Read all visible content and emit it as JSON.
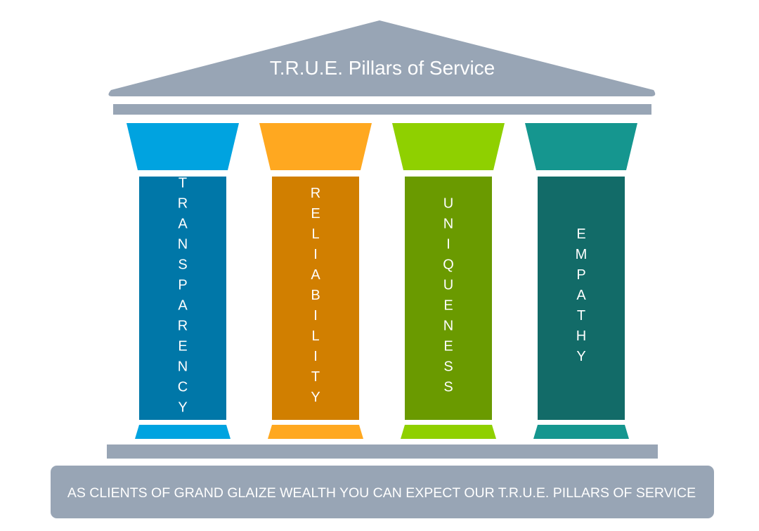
{
  "roof": {
    "title": "T.R.U.E. Pillars of Service",
    "color": "#98a5b5"
  },
  "beam_color": "#98a5b5",
  "pillars": [
    {
      "word": "TRANSPARENCY",
      "capital_color": "#00a3e0",
      "shaft_color": "#0077a8",
      "base_color": "#00a3e0"
    },
    {
      "word": "RELIABILITY",
      "capital_color": "#ffa820",
      "shaft_color": "#d17f00",
      "base_color": "#ffa820"
    },
    {
      "word": "UNIQUENESS",
      "capital_color": "#8fd000",
      "shaft_color": "#6a9a00",
      "base_color": "#8fd000"
    },
    {
      "word": "EMPATHY",
      "capital_color": "#15968f",
      "shaft_color": "#126b68",
      "base_color": "#15968f"
    }
  ],
  "foundation": {
    "text": "AS CLIENTS OF GRAND GLAIZE WEALTH YOU CAN EXPECT OUR T.R.U.E. PILLARS OF SERVICE",
    "color": "#98a5b5"
  }
}
